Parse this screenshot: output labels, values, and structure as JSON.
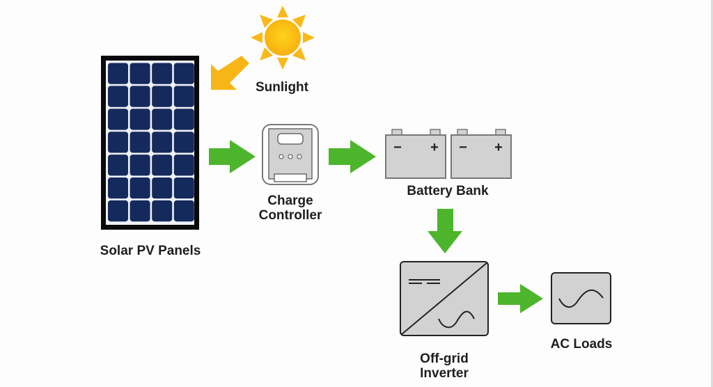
{
  "labels": {
    "sunlight": "Sunlight",
    "solar_panels": "Solar PV Panels",
    "charge_controller_line1": "Charge",
    "charge_controller_line2": "Controller",
    "battery_bank": "Battery Bank",
    "inverter_line1": "Off-grid",
    "inverter_line2": "Inverter",
    "ac_loads": "AC Loads"
  },
  "battery_terminals": {
    "negative": "−",
    "positive": "+"
  },
  "colors": {
    "arrow_green": "#4cb52c",
    "sun_yellow": "#f9c21a",
    "sun_arrow": "#f7b516",
    "panel_cell": "#152a5c",
    "panel_frame": "#0a0a0a",
    "device_gray": "#d2d2d2",
    "outline": "#333333"
  },
  "flow": [
    "Sunlight",
    "Solar PV Panels",
    "Charge Controller",
    "Battery Bank",
    "Off-grid Inverter",
    "AC Loads"
  ]
}
